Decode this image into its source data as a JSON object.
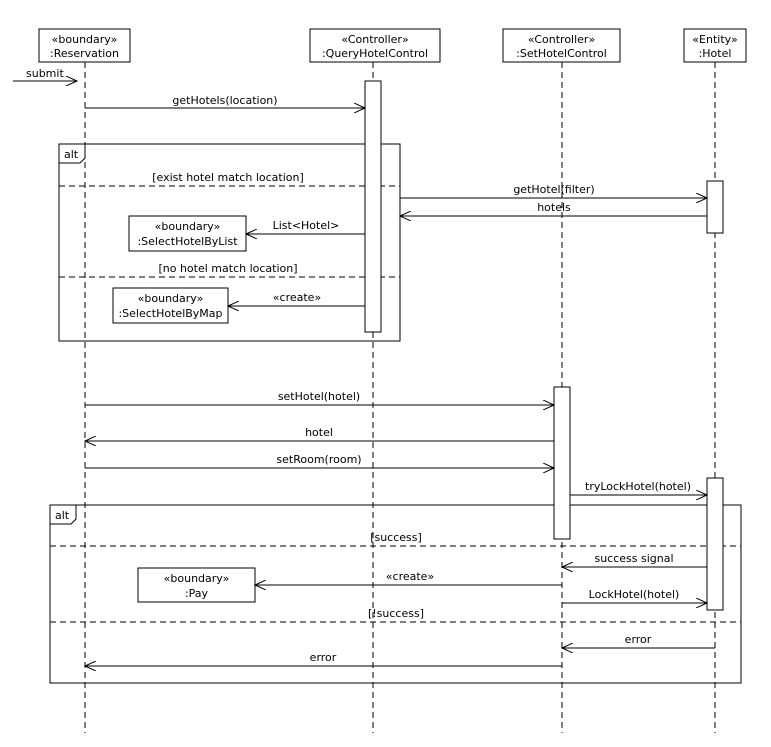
{
  "lifelines": [
    {
      "stereo": "«boundary»",
      "name": ":Reservation"
    },
    {
      "stereo": "«Controller»",
      "name": ":QueryHotelControl"
    },
    {
      "stereo": "«Controller»",
      "name": ":SetHotelControl"
    },
    {
      "stereo": "«Entity»",
      "name": ":Hotel"
    }
  ],
  "messages": {
    "submit": "submit",
    "get_hotels": "getHotels(location)",
    "get_hotel_filter": "getHotel(filter)",
    "hotels": "hotels",
    "list_hotel": "List<Hotel>",
    "create_map": "«create»",
    "set_hotel": "setHotel(hotel)",
    "hotel": "hotel",
    "set_room": "setRoom(room)",
    "try_lock": "tryLockHotel(hotel)",
    "success_signal": "success signal",
    "create_pay": "«create»",
    "lock_hotel": "LockHotel(hotel)",
    "error1": "error",
    "error2": "error"
  },
  "fragments": [
    {
      "label": "alt",
      "guard1": "[exist hotel match location]",
      "guard2": "[no hotel match location]"
    },
    {
      "label": "alt",
      "guard1": "[success]",
      "guard2": "[!success]"
    }
  ],
  "created_objects": {
    "list_view": {
      "stereo": "«boundary»",
      "name": ":SelectHotelByList"
    },
    "map_view": {
      "stereo": "«boundary»",
      "name": ":SelectHotelByMap"
    },
    "pay": {
      "stereo": "«boundary»",
      "name": ":Pay"
    }
  }
}
